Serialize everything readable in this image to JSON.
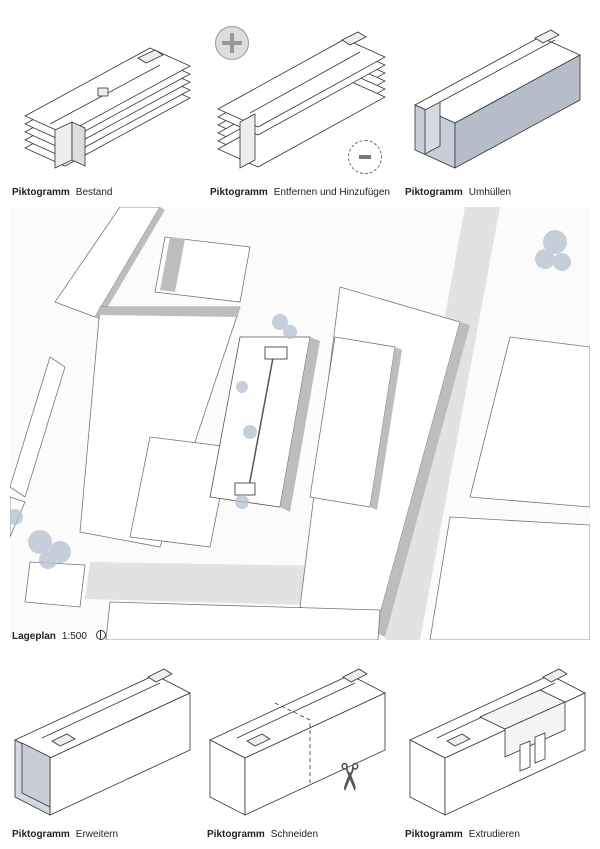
{
  "captions": {
    "top": [
      {
        "bold": "Piktogramm",
        "text": "Bestand"
      },
      {
        "bold": "Piktogramm",
        "text": "Entfernen und Hinzufügen"
      },
      {
        "bold": "Piktogramm",
        "text": "Umhüllen"
      }
    ],
    "bottom": [
      {
        "bold": "Piktogramm",
        "text": "Erweitern"
      },
      {
        "bold": "Piktogramm",
        "text": "Schneiden"
      },
      {
        "bold": "Piktogramm",
        "text": "Extrudieren"
      }
    ]
  },
  "site_plan": {
    "bold": "Lageplan",
    "scale": "1:500"
  },
  "symbols": {
    "plus": "plus-circle-icon",
    "minus": "minus-circle-icon",
    "scissors": "scissors-icon",
    "north": "north-arrow-icon"
  },
  "colors": {
    "line": "#333333",
    "shadow": "#bdbdbd",
    "road": "#e2e2e2",
    "facade": "#c9cdd8",
    "tree": "#b9c3d2",
    "extend": "#d2d7e2"
  }
}
